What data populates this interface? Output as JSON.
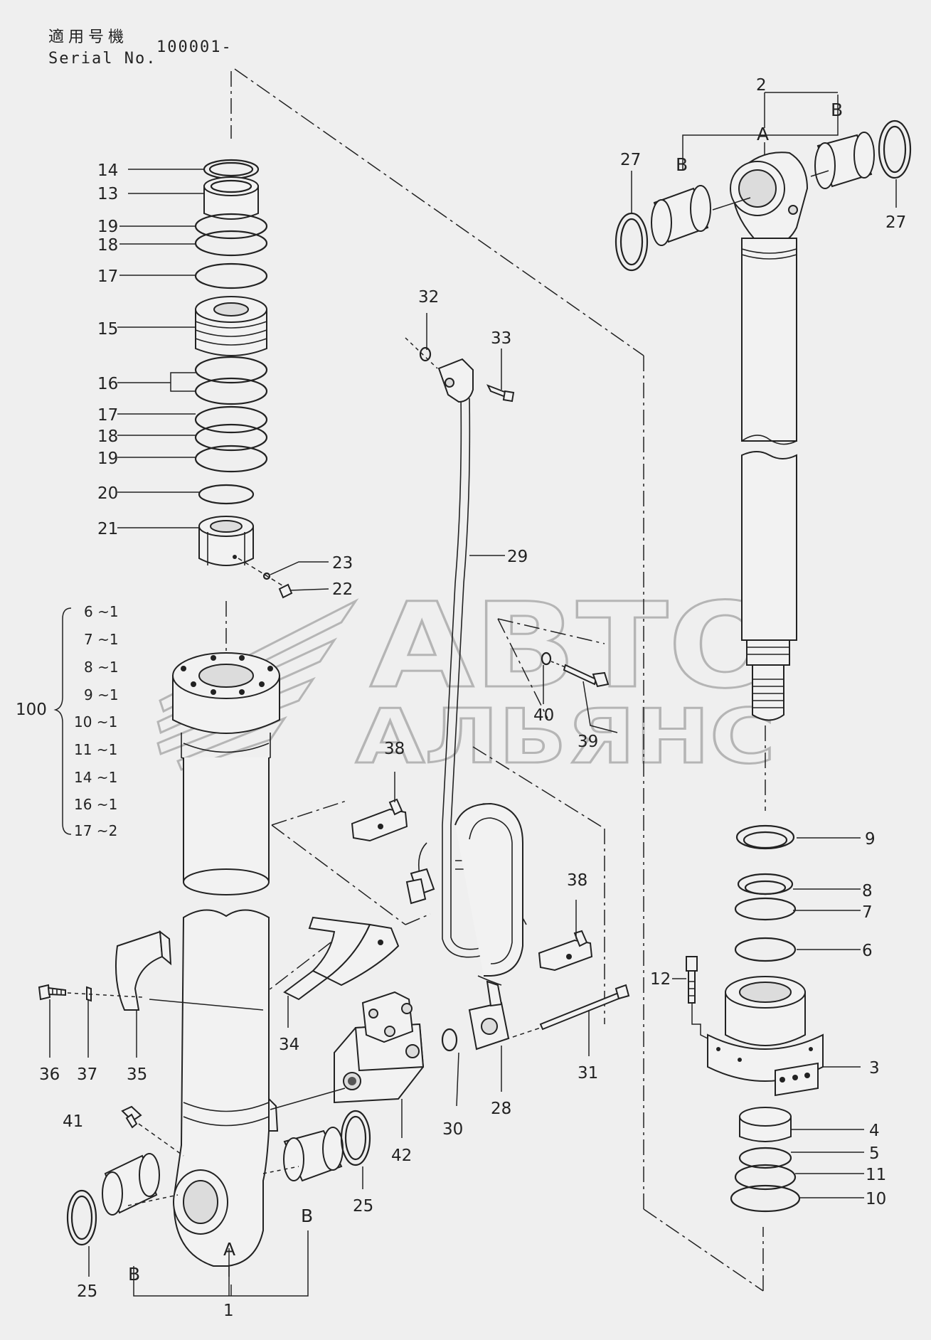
{
  "header": {
    "applicable_models_jp": "適用号機",
    "serial_label": "Serial No.",
    "serial_value": "100001-"
  },
  "watermark": {
    "line1": "АВТО",
    "line2": "АЛЬЯНС"
  },
  "group_100": {
    "label": "100",
    "items": [
      "6 ~1",
      "7 ~1",
      "8 ~1",
      "9 ~1",
      "10 ~1",
      "11 ~1",
      "14 ~1",
      "16 ~1",
      "17 ~2"
    ]
  },
  "callouts": {
    "c1": "1",
    "c2": "2",
    "c3": "3",
    "c4": "4",
    "c5": "5",
    "c6": "6",
    "c7": "7",
    "c8": "8",
    "c9": "9",
    "c10": "10",
    "c11": "11",
    "c12": "12",
    "c13": "13",
    "c14": "14",
    "c15": "15",
    "c16": "16",
    "c17a": "17",
    "c17b": "17",
    "c18a": "18",
    "c18b": "18",
    "c19a": "19",
    "c19b": "19",
    "c20": "20",
    "c21": "21",
    "c22": "22",
    "c23": "23",
    "c25a": "25",
    "c25b": "25",
    "c27a": "27",
    "c27b": "27",
    "c28": "28",
    "c29": "29",
    "c30": "30",
    "c31": "31",
    "c32": "32",
    "c33": "33",
    "c34": "34",
    "c35": "35",
    "c36": "36",
    "c37": "37",
    "c38a": "38",
    "c38b": "38",
    "c39": "39",
    "c40": "40",
    "c41": "41",
    "c42": "42"
  },
  "letters": {
    "a_top": "A",
    "b_top_left": "B",
    "b_top_right": "B",
    "a_bottom": "A",
    "b_bottom_left": "B",
    "b_bottom_right": "B"
  }
}
